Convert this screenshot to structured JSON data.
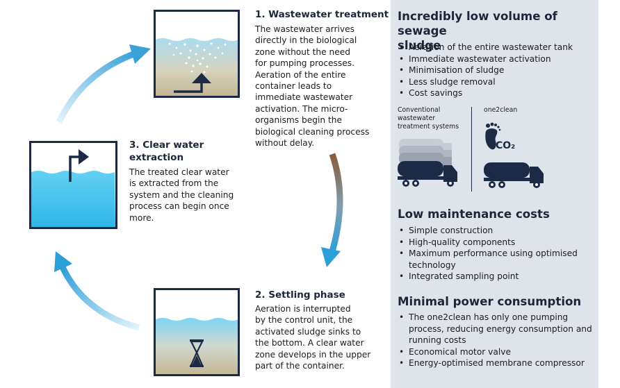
{
  "steps": {
    "s1": {
      "title": "1. Wastewater treatment",
      "lines": [
        "The wastewater arrives",
        "directly in the biological",
        "zone without the need",
        "for pumping processes.",
        "Aeration of the entire",
        "container leads to",
        "immediate wastewater",
        "activation. The micro-",
        "organisms begin the",
        "biological cleaning process",
        "without delay."
      ]
    },
    "s2": {
      "title": "2. Settling phase",
      "lines": [
        "Aeration is interrupted",
        "by the control unit, the",
        "activated sludge sinks to",
        "the bottom. A clear water",
        "zone develops in the upper",
        "part of the container."
      ]
    },
    "s3": {
      "title_lines": [
        "3. Clear water",
        "extraction"
      ],
      "lines": [
        "The treated clear water",
        "is extracted from the",
        "system and the cleaning",
        "process can begin once",
        "more."
      ]
    }
  },
  "panel": {
    "sludge": {
      "heading_lines": [
        "Incredibly low volume of sewage",
        "sludge"
      ],
      "items": [
        "Aeration of the entire wastewater tank",
        "Immediate wastewater activation",
        "Minimisation of sludge",
        "Less sludge removal",
        "Cost savings"
      ]
    },
    "comparison": {
      "conventional_lines": [
        "Conventional",
        "wastewater",
        "treatment systems"
      ],
      "brand": "one2clean",
      "co2": "CO₂"
    },
    "maintenance": {
      "heading": "Low maintenance costs",
      "items": [
        "Simple construction",
        "High-quality components",
        "Maximum performance using optimised technology",
        "Integrated sampling point"
      ]
    },
    "power": {
      "heading": "Minimal power consumption",
      "items": [
        "The one2clean has only one pumping process, reducing energy consumption and running costs",
        "Economical motor valve",
        "Energy-optimised membrane compressor"
      ]
    }
  },
  "colors": {
    "navy": "#1d2a45",
    "water": "#3cc4ee",
    "sludge": "#c9bea3",
    "panel": "#dfe3ea",
    "arrow_blue": "#2d9fd8",
    "arrow_brown": "#8a5a38"
  }
}
